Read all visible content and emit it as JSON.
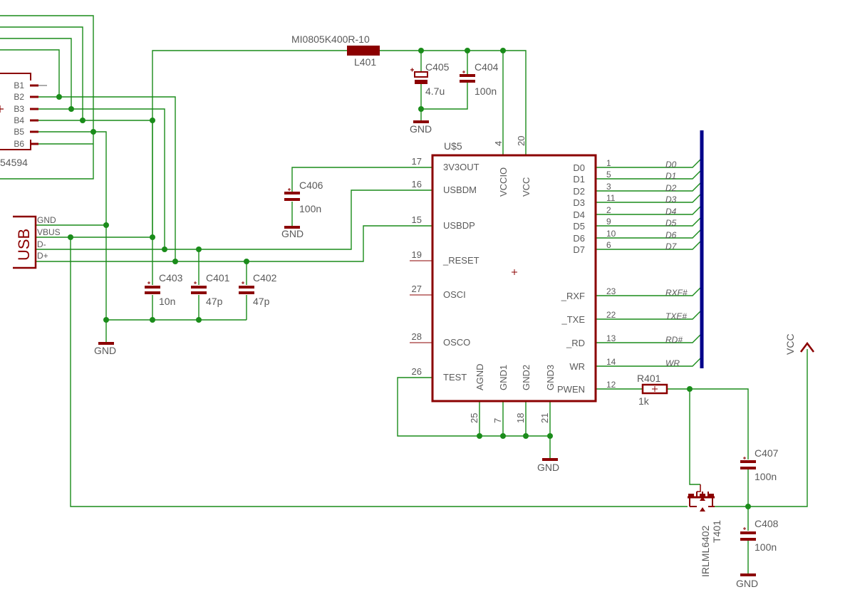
{
  "components": {
    "L401": {
      "value": "MI0805K400R-10",
      "ref": "L401"
    },
    "C405": {
      "ref": "C405",
      "value": "4.7u"
    },
    "C404": {
      "ref": "C404",
      "value": "100n"
    },
    "C406": {
      "ref": "C406",
      "value": "100n"
    },
    "C403": {
      "ref": "C403",
      "value": "10n"
    },
    "C401": {
      "ref": "C401",
      "value": "47p"
    },
    "C402": {
      "ref": "C402",
      "value": "47p"
    },
    "C407": {
      "ref": "C407",
      "value": "100n"
    },
    "C408": {
      "ref": "C408",
      "value": "100n"
    },
    "R401": {
      "ref": "R401",
      "value": "1k"
    },
    "T401": {
      "ref": "T401",
      "value": "IRLML6402"
    },
    "U5": {
      "ref": "U$5",
      "left_pins": [
        {
          "num": "17",
          "name": "3V3OUT"
        },
        {
          "num": "16",
          "name": "USBDM"
        },
        {
          "num": "15",
          "name": "USBDP"
        },
        {
          "num": "19",
          "name": "_RESET"
        },
        {
          "num": "27",
          "name": "OSCI"
        },
        {
          "num": "28",
          "name": "OSCO"
        },
        {
          "num": "26",
          "name": "TEST"
        }
      ],
      "top_pins": [
        {
          "num": "4",
          "name": "VCCIO"
        },
        {
          "num": "20",
          "name": "VCC"
        }
      ],
      "bottom_pins": [
        {
          "num": "25",
          "name": "AGND"
        },
        {
          "num": "7",
          "name": "GND1"
        },
        {
          "num": "18",
          "name": "GND2"
        },
        {
          "num": "21",
          "name": "GND3"
        }
      ],
      "right_pins": [
        {
          "num": "1",
          "name": "D0",
          "net": "D0"
        },
        {
          "num": "5",
          "name": "D1",
          "net": "D1"
        },
        {
          "num": "3",
          "name": "D2",
          "net": "D2"
        },
        {
          "num": "11",
          "name": "D3",
          "net": "D3"
        },
        {
          "num": "2",
          "name": "D4",
          "net": "D4"
        },
        {
          "num": "9",
          "name": "D5",
          "net": "D5"
        },
        {
          "num": "10",
          "name": "D6",
          "net": "D6"
        },
        {
          "num": "6",
          "name": "D7",
          "net": "D7"
        },
        {
          "num": "23",
          "name": "_RXF",
          "net": "RXF#"
        },
        {
          "num": "22",
          "name": "_TXE",
          "net": "TXE#"
        },
        {
          "num": "13",
          "name": "_RD",
          "net": "RD#"
        },
        {
          "num": "14",
          "name": "WR",
          "net": "WR"
        },
        {
          "num": "12",
          "name": "PWEN",
          "net": ""
        }
      ]
    },
    "connector_B": {
      "pins": [
        "B1",
        "B2",
        "B3",
        "B4",
        "B5",
        "B6"
      ],
      "part_tail": "54594"
    },
    "usb": {
      "title": "USB",
      "pins": [
        "GND",
        "VBUS",
        "D-",
        "D+"
      ]
    }
  },
  "supplies": {
    "gnd": "GND",
    "vcc": "VCC"
  },
  "colors": {
    "wire": "#1a8c1a",
    "part": "#8b0000",
    "bus": "#00008b",
    "text": "#5a5a5a",
    "background": "#ffffff"
  }
}
